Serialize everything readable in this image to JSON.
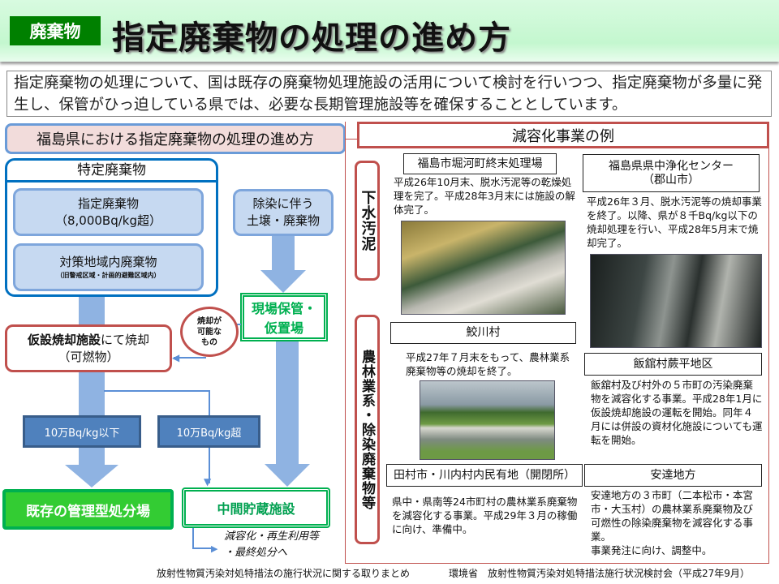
{
  "header": {
    "badge": "廃棄物",
    "title": "指定廃棄物の処理の進め方"
  },
  "intro": "指定廃棄物の処理について、国は既存の廃棄物処理施設の活用について検討を行いつつ、指定廃棄物が多量に発生し、保管がひっ迫している県では、必要な長期管理施設等を確保することとしています。",
  "flow": {
    "title": "福島県における指定廃棄物の処理の進め方",
    "group_title": "特定廃棄物",
    "designated": {
      "line1": "指定廃棄物",
      "line2": "（8,000Bq/kg超）"
    },
    "countermeasure": {
      "line1": "対策地域内廃棄物",
      "line2": "（旧警戒区域・計画的避難区域内）"
    },
    "decon": {
      "line1": "除染に伴う",
      "line2": "土壌・廃棄物"
    },
    "onsite": {
      "line1": "現場保管・",
      "line2": "仮置場"
    },
    "incinerable": {
      "line1": "焼却が",
      "line2": "可能な",
      "line3": "もの"
    },
    "temp_incin": {
      "bold": "仮設焼却施設",
      "rest": "にて焼却",
      "line2": "（可燃物）"
    },
    "below": "10万Bq/kg以下",
    "above": "10万Bq/kg超",
    "existing": "既存の管理型処分場",
    "interim": "中間貯蔵施設",
    "note1": "減容化・再生利用等",
    "note2": "・最終処分へ"
  },
  "examples": {
    "title": "減容化事業の例",
    "cat_sewage": "下水汚泥",
    "cat_agri": "農林業系・除染廃棄物等",
    "items": [
      {
        "name": "福島市堀河町終末処理場",
        "desc": "平成26年10月末、脱水汚泥等の乾燥処理を完了。平成28年3月末には施設の解体完了。"
      },
      {
        "name": "福島県県中浄化センター（郡山市）",
        "desc": "平成26年３月、脱水汚泥等の焼却事業を終了。以降、県が８千Bq/kg以下の焼却処理を行い、平成28年5月末で焼却完了。"
      },
      {
        "name": "鮫川村",
        "desc": "平成27年７月末をもって、農林業系廃棄物等の焼却を終了。"
      },
      {
        "name": "飯舘村蕨平地区",
        "desc": "飯舘村及び村外の５市町の汚染廃棄物を減容化する事業。平成28年1月に仮設焼却施設の運転を開始。同年４月には併設の資材化施設についても運転を開始。"
      },
      {
        "name": "田村市・川内村内民有地（開閉所）",
        "desc": "県中・県南等24市町村の農林業系廃棄物を減容化する事業。平成29年３月の稼働に向け、準備中。"
      },
      {
        "name": "安達地方",
        "desc": "安達地方の３市町（二本松市・本宮市・大玉村）の農林業系廃棄物及び可燃性の除染廃棄物を減容化する事業。",
        "desc2": "事業発注に向け、調整中。"
      }
    ]
  },
  "footer": {
    "left": "放射性物質汚染対処特措法の施行状況に関する取りまとめ",
    "right": "環境省　放射性物質汚染対処特措法施行状況検討会（平成27年9月）"
  }
}
